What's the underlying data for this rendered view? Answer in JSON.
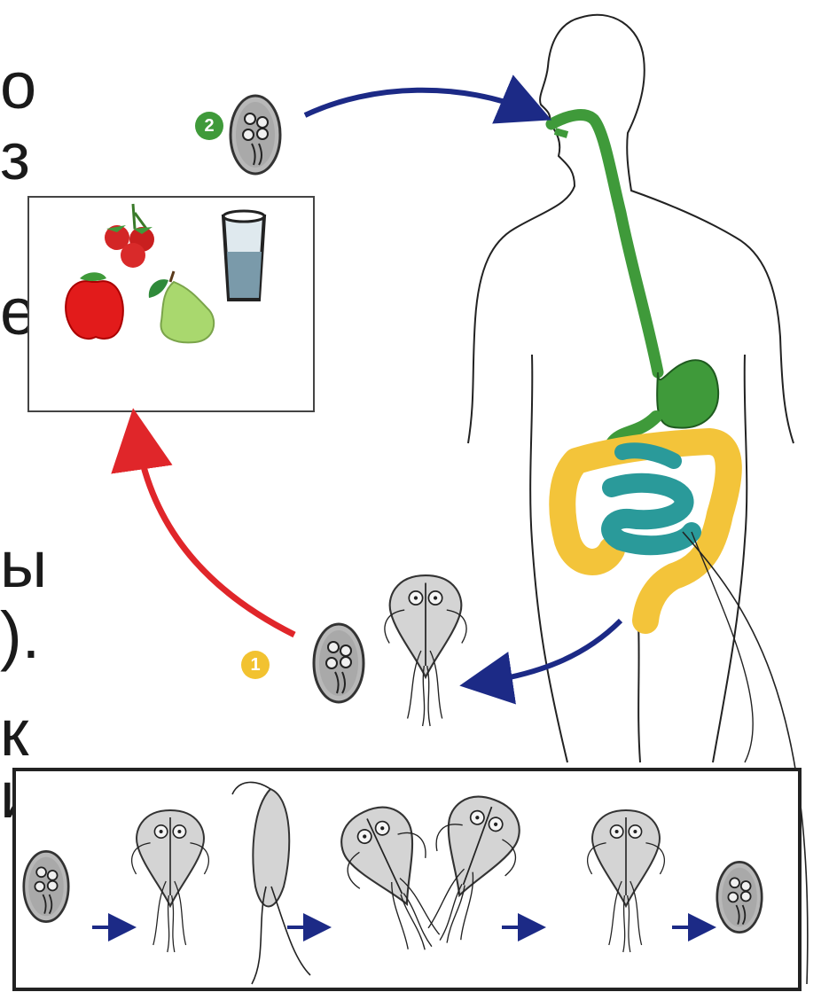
{
  "edge_text": [
    "о",
    "з",
    "е",
    "ы",
    ").",
    "к",
    "и"
  ],
  "step_badges": [
    {
      "label": "1",
      "color": "#f2c230"
    },
    {
      "label": "2",
      "color": "#3f9a3a"
    }
  ],
  "colors": {
    "ingestion_arrow": "#1c2a86",
    "excretion_arrow": "#1c2a86",
    "transmission_arrow": "#e0262a",
    "digestive_tract": "#3f9a3a",
    "small_intestine": "#2a9a9a",
    "large_intestine": "#f3c43a",
    "cyst_fill": "#b8b8b8",
    "trophozoite_fill": "#d4d4d4"
  },
  "icons": [
    "raspberry-icon",
    "apple-icon",
    "pear-icon",
    "water-glass-icon"
  ]
}
